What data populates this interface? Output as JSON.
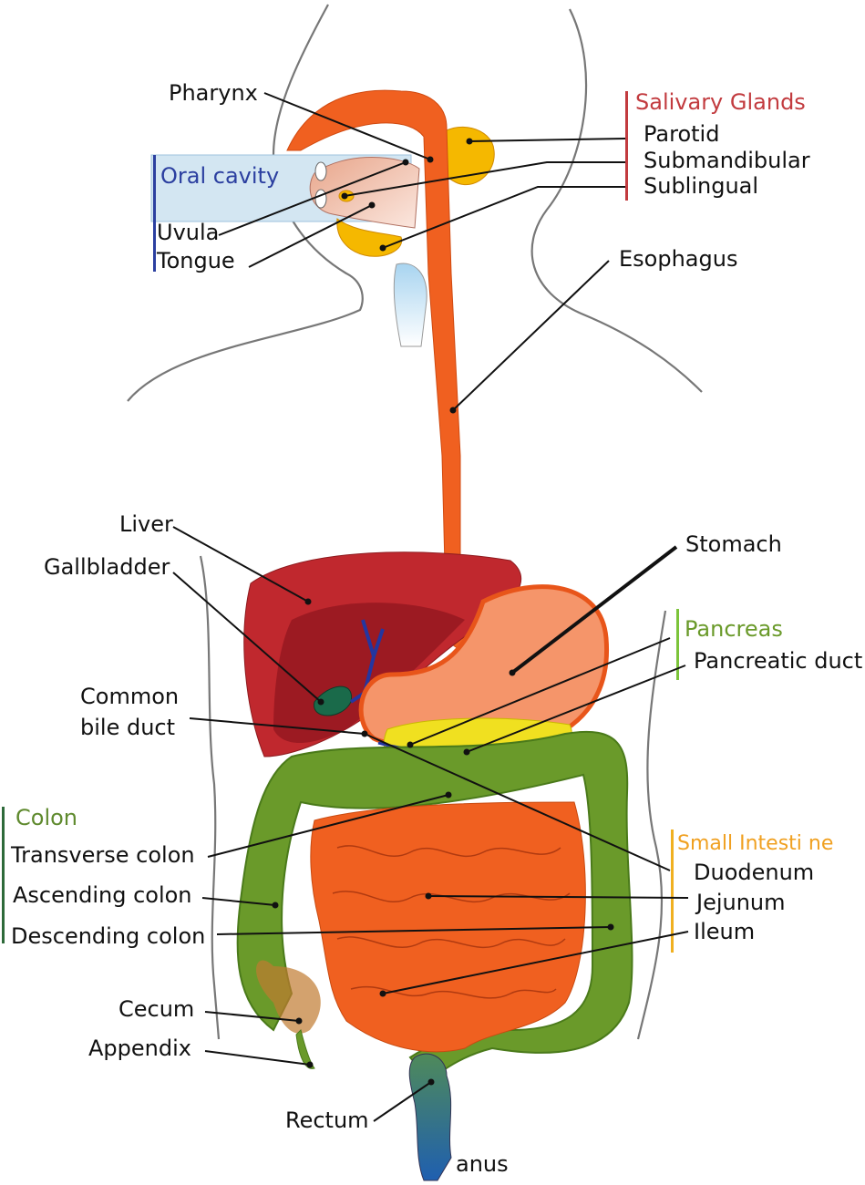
{
  "colors": {
    "salivary": "#c23b3f",
    "oral": "#2b3fa0",
    "pancreas": "#6a9a2a",
    "colon": "#5f8a2e",
    "small_intestine": "#f0a020",
    "esophagus": "#f06020",
    "liver": "#c0282e",
    "stomach": "#f5956a"
  },
  "groups": {
    "salivary": {
      "title": "Salivary Glands",
      "items": [
        "Parotid",
        "Submandibular",
        "Sublingual"
      ]
    },
    "oral": {
      "title": "Oral cavity",
      "items": [
        "Uvula",
        "Tongue"
      ]
    },
    "pancreas": {
      "title": "Pancreas",
      "items": [
        "Pancreatic duct"
      ]
    },
    "colon": {
      "title": "Colon",
      "items": [
        "Transverse colon",
        "Ascending colon",
        "Descending colon"
      ]
    },
    "small_intestine": {
      "title": "Small Intesti ne",
      "items": [
        "Duodenum",
        "Jejunum",
        "Ileum"
      ]
    }
  },
  "labels": {
    "pharynx": "Pharynx",
    "esophagus": "Esophagus",
    "liver": "Liver",
    "gallbladder": "Gallbladder",
    "stomach": "Stomach",
    "common_bile_duct_1": "Common",
    "common_bile_duct_2": "bile duct",
    "cecum": "Cecum",
    "appendix": "Appendix",
    "rectum": "Rectum",
    "anus": "anus"
  }
}
